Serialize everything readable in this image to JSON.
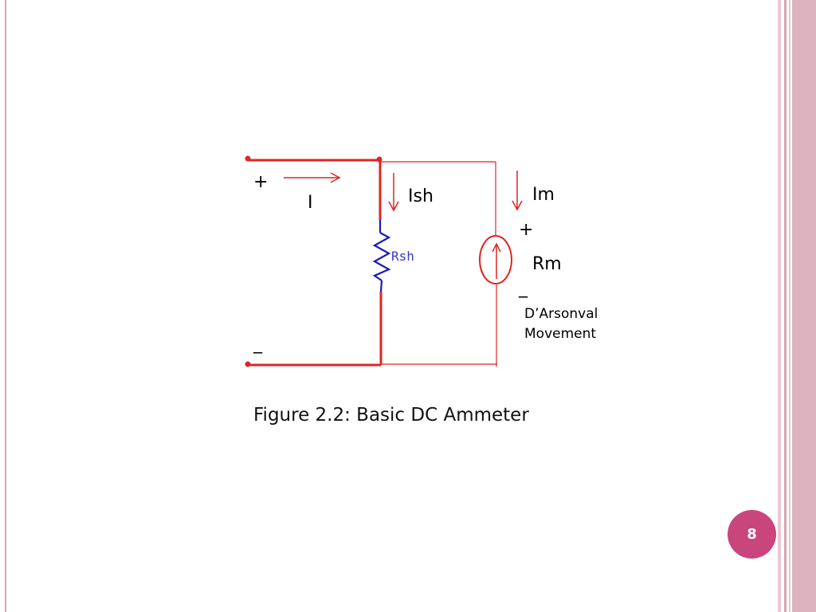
{
  "diagram": {
    "labels": {
      "plus_left": "+",
      "minus_left": "_",
      "current_total": "I",
      "current_shunt": "Ish",
      "current_meter": "Im",
      "plus_meter": "+",
      "minus_meter": "_",
      "meter_resistance": "Rm",
      "shunt_resistance": "Rsh",
      "movement_line1": "D’Arsonval",
      "movement_line2": "Movement"
    },
    "colors": {
      "wire": "#e02424",
      "resistor": "#1a1ab8",
      "badge": "#c8467b",
      "border": "#d9a3b3"
    }
  },
  "caption": "Figure 2.2: Basic DC Ammeter",
  "page_number": "8"
}
